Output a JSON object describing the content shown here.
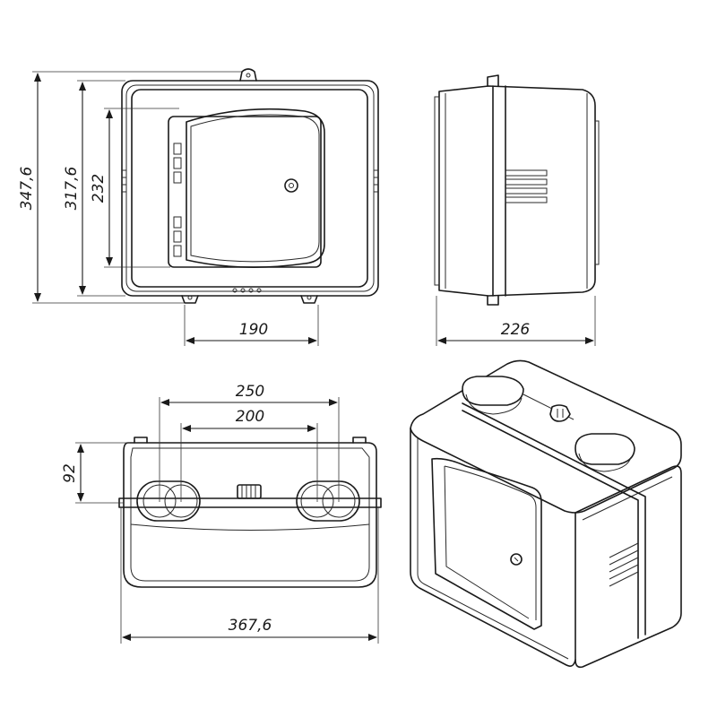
{
  "dimensions": {
    "front_total_height": "347,6",
    "front_inner_height": "317,6",
    "door_height": "232",
    "bottom_tab_spacing": "190",
    "side_depth": "226",
    "top_outer_gland_spacing": "250",
    "top_inner_gland_spacing": "200",
    "top_depth": "92",
    "overall_width": "367,6"
  },
  "colors": {
    "line": "#1a1a1a",
    "background": "#ffffff"
  }
}
